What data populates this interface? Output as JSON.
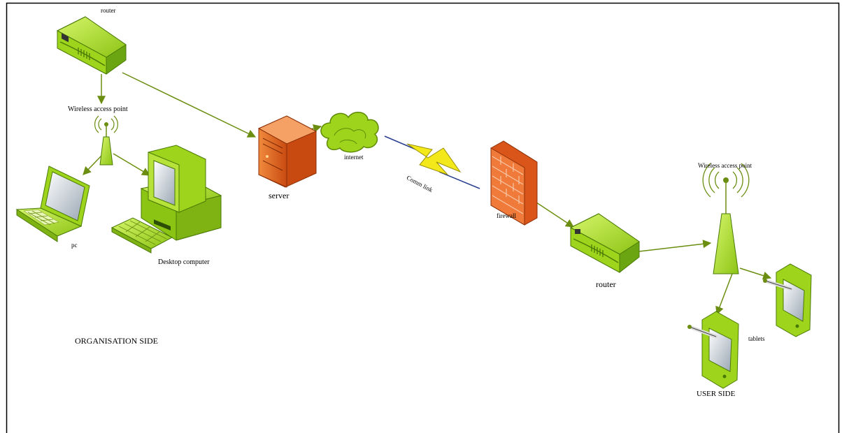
{
  "colors": {
    "device_green": "#9fd41c",
    "device_green_light": "#c8ec55",
    "device_green_dark": "#5e8a06",
    "connector": "#6b8e10",
    "server_orange": "#e8651f",
    "firewall_orange": "#ef7a3a",
    "lightning_yellow": "#f2e81a",
    "comm_link_line": "#2a3f8f",
    "frame_border": "#000000"
  },
  "organisation": {
    "router_label": "router",
    "wap_label": "Wireless access point",
    "pc_label": "pc",
    "desktop_label": "Desktop computer",
    "side_label": "ORGANISATION SIDE"
  },
  "core": {
    "server_label": "server",
    "internet_label": "internet",
    "comm_link_label": "Comm link",
    "firewall_label": "firewall"
  },
  "user": {
    "router_label": "router",
    "wap_label": "Wireless access point",
    "tablets_label": "tablets",
    "side_label": "USER SIDE"
  },
  "icons": [
    "router-icon",
    "wireless-access-point-icon",
    "laptop-icon",
    "desktop-computer-icon",
    "server-icon",
    "cloud-icon",
    "lightning-icon",
    "firewall-icon",
    "tablet-icon"
  ]
}
